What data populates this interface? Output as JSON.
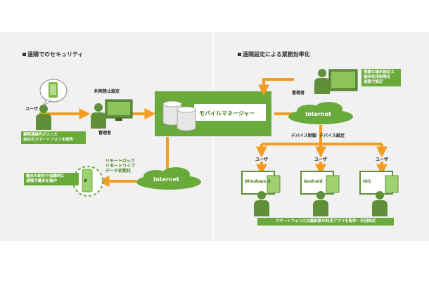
{
  "left_section": {
    "heading": "遠隔でのセキュリティ",
    "user_label": "ユーザ",
    "admin_label": "管理者",
    "usage_ban_label": "利用禁止設定",
    "lost_box": "業務連絡先が入った\n会社のスマートフォンを紛失",
    "remote_ops": "リモートロック\nリモートワイプ\nデータ初期化",
    "theft_box": "端末の紛失や盗難時に\n遠隔で端末を操作",
    "internet": "Internet"
  },
  "center": {
    "manager": "モバイルマネージャー"
  },
  "right_section": {
    "heading": "遠隔設定による業務効率化",
    "admin_label": "管理者",
    "admin_note": "煩雑な端末設定と\n端末利用制限を\n遠隔で設定",
    "internet": "Internet",
    "device_controls": "デバイス制御  デバイス設定",
    "users": [
      "ユーザ",
      "ユーザ",
      "ユーザ"
    ],
    "platforms": [
      "Windows 8",
      "Android",
      "iOS"
    ],
    "bottom_box": "スマートフォンには最新版の利用アプリを配布・利用設定"
  },
  "colors": {
    "green": "#6aaa3a",
    "orange": "#f39c1f",
    "person": "#5f8f38"
  }
}
